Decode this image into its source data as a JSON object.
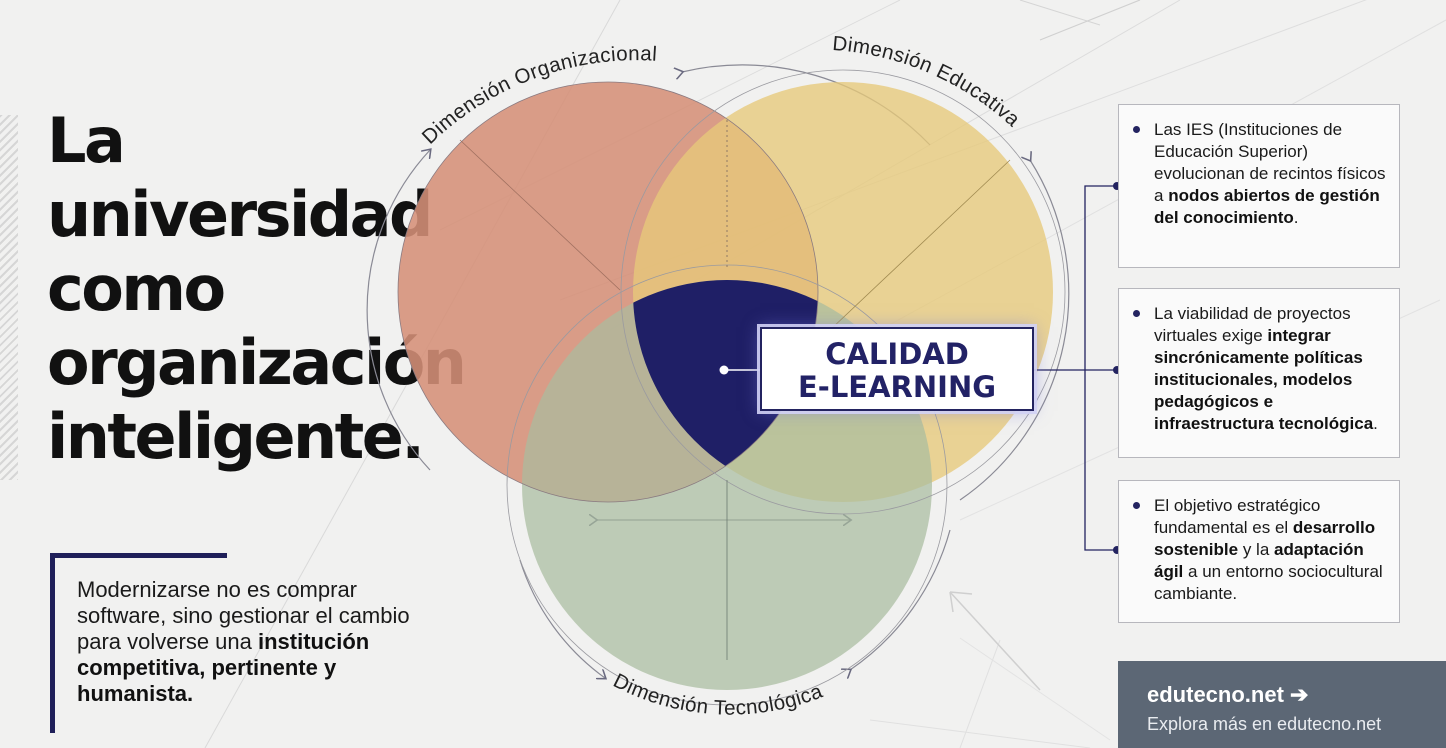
{
  "title": {
    "line1": "La",
    "line2": "universidad",
    "line3": "como",
    "line4": "organización",
    "line5": "inteligente."
  },
  "quote": {
    "text": "Modernizarse no es comprar software, sino gestionar el cambio para volverse una ",
    "bold": "institución competitiva, pertinente y humanista."
  },
  "diagram": {
    "dim_org": "Dimensión Organizacional",
    "dim_edu": "Dimensión Educativa",
    "dim_tec": "Dimensión Tecnológica",
    "center_line1": "CALIDAD",
    "center_line2": "E-LEARNING",
    "colors": {
      "org": "#d58f77",
      "edu": "#e7c97a",
      "tec": "#a9bca0",
      "center": "#1f1f66",
      "accent": "#232360"
    }
  },
  "cards": [
    {
      "t1": "Las IES (Instituciones de Educación Superior) evolucionan de recintos físicos a ",
      "b1": "nodos abiertos de gestión del conocimiento",
      "t2": "."
    },
    {
      "t1": "La viabilidad de proyectos virtuales exige ",
      "b1": "integrar sincrónicamente políticas institucionales, modelos pedagógicos e infraestructura tecnológica",
      "t2": "."
    },
    {
      "t1": "El objetivo estratégico fundamental es el ",
      "b1": "desarrollo sostenible",
      "t2": " y la ",
      "b2": "adaptación ágil",
      "t3": " a un entorno sociocultural cambiante."
    }
  ],
  "footer": {
    "brand": "edutecno.net",
    "arrow": "➔",
    "sub": "Explora más en edutecno.net"
  }
}
